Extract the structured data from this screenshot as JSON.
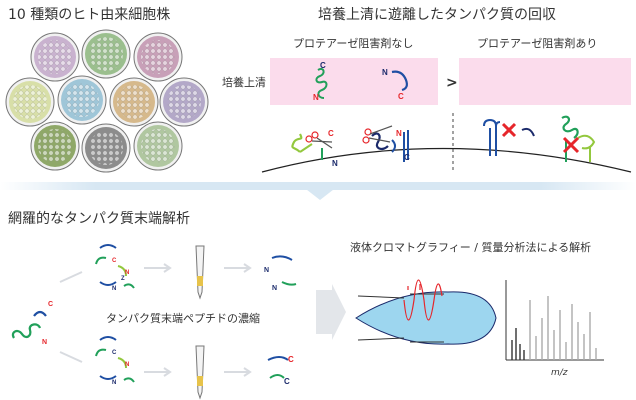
{
  "top_left": {
    "title": "10 種類のヒト由来細胞株",
    "dish_colors": [
      "#c9b2cf",
      "#9bbf8e",
      "#c8a0b8",
      "#d8dfa8",
      "#9fc6d8",
      "#d6b98c",
      "#b3a8c8",
      "#8fa868",
      "#8c8c8c",
      "#b0c7a0"
    ]
  },
  "top_right": {
    "title": "培養上清に遊離したタンパク質の回収",
    "left_condition": "プロテアーゼ阻害剤なし",
    "right_condition": "プロテアーゼ阻害剤あり",
    "row_label": "培養上清",
    "compare_symbol": ">",
    "term_c": "C",
    "term_n": "N"
  },
  "bottom": {
    "title": "網羅的なタンパク質末端解析",
    "enrich_label": "タンパク質末端ペプチドの濃縮",
    "lcms_title": "液体クロマトグラフィー / 質量分析法による解析",
    "mz_label": "m/z",
    "term_c": "C",
    "term_n": "N"
  },
  "colors": {
    "pink_band": "#fbdcec",
    "blue_divider": "#d7e7f3",
    "arrow_gray": "#e3e6ea",
    "column_fill": "#9dd6ef",
    "red": "#e6262b",
    "blue": "#1f4fa3",
    "green": "#21a05a",
    "lime": "#93c83e",
    "navy": "#1b2a6b"
  }
}
